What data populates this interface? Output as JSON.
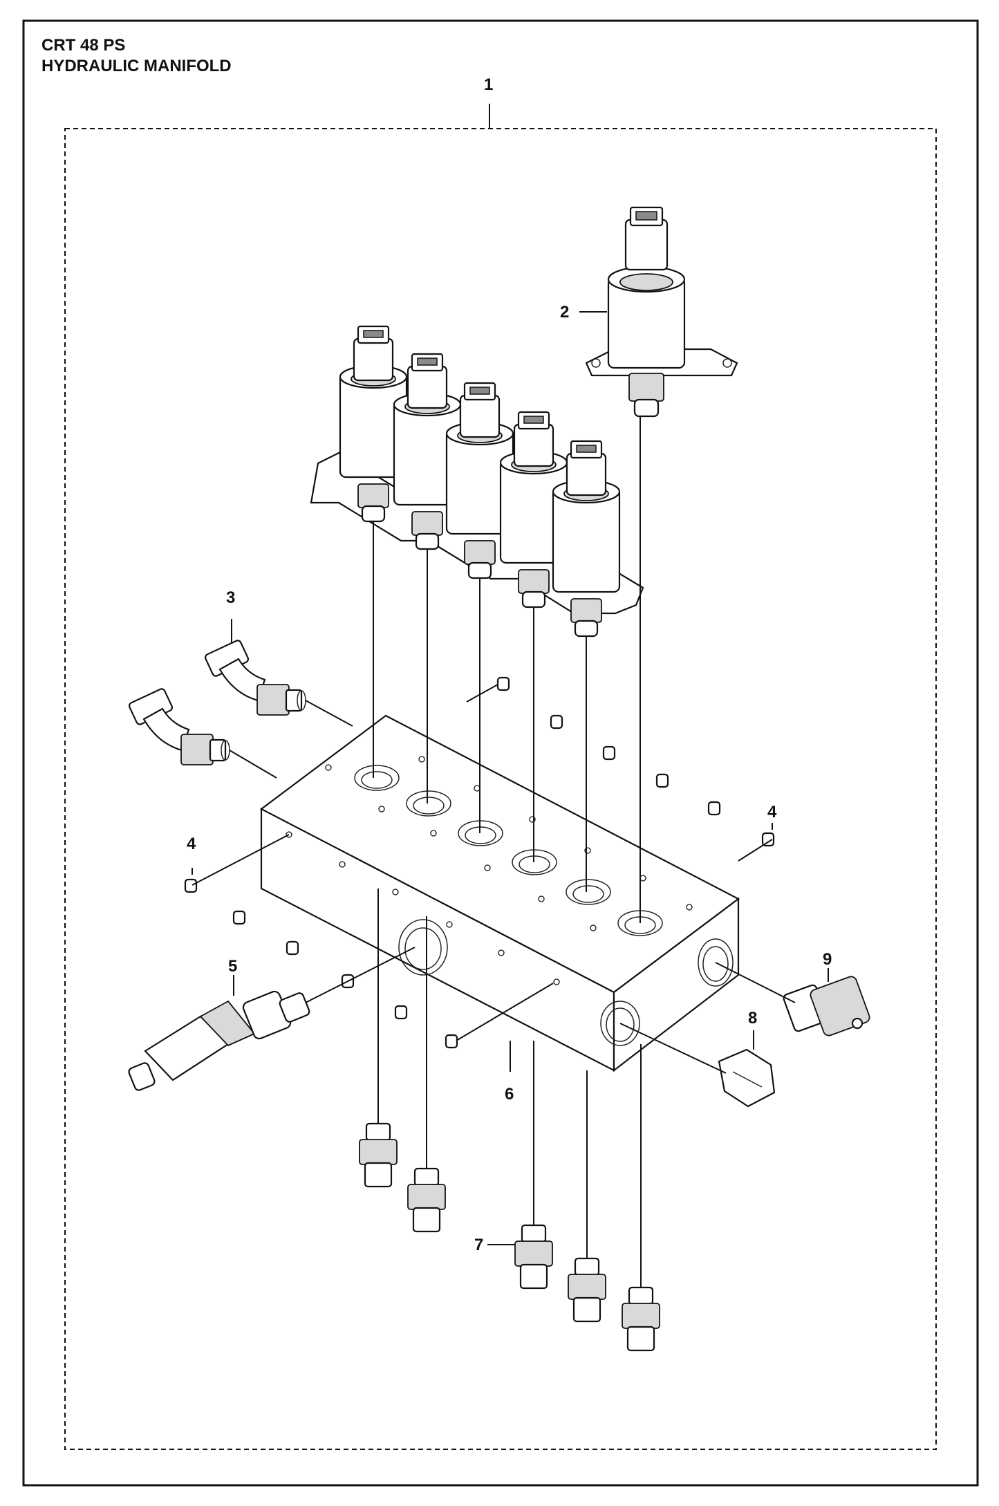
{
  "header": {
    "model": "CRT 48 PS",
    "assembly": "HYDRAULIC MANIFOLD"
  },
  "callouts": {
    "c1": "1",
    "c2": "2",
    "c3": "3",
    "c4a": "4",
    "c4b": "4",
    "c5": "5",
    "c6": "6",
    "c7": "7",
    "c8": "8",
    "c9": "9"
  },
  "colors": {
    "ink": "#111111",
    "shade": "#d9d9d9"
  }
}
